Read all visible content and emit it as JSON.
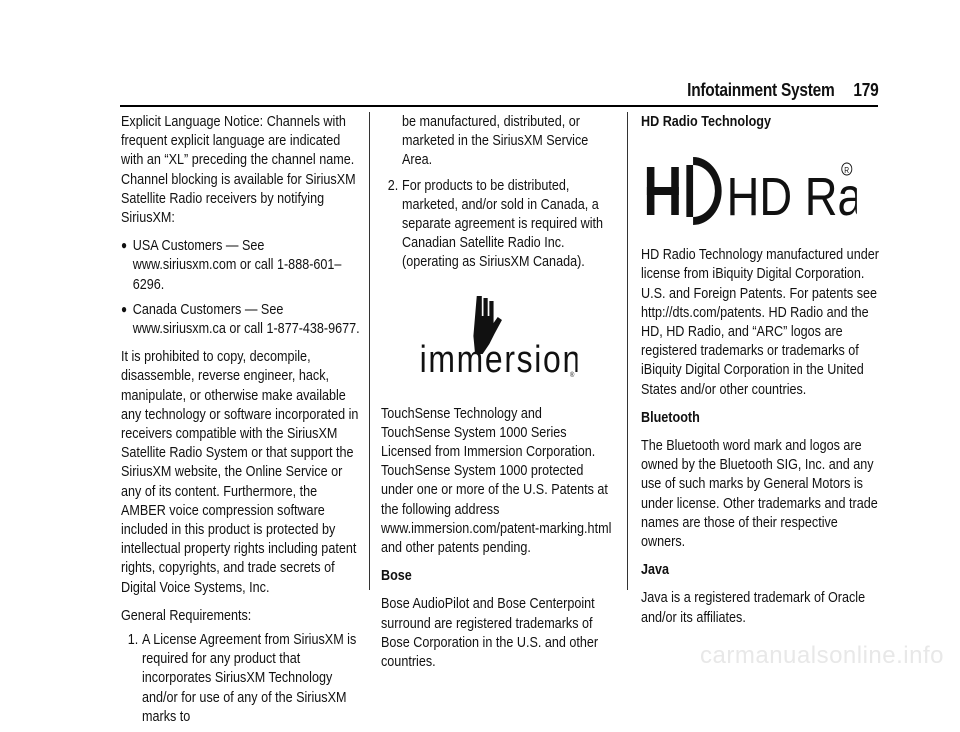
{
  "header": {
    "section": "Infotainment System",
    "page_number": "179"
  },
  "col1": {
    "notice": "Explicit Language Notice: Channels with frequent explicit language are indicated with an “XL” preceding the channel name. Channel blocking is available for SiriusXM Satellite Radio receivers by notifying SiriusXM:",
    "bullets": [
      "USA Customers — See www.siriusxm.com or call 1-888-601–6296.",
      "Canada Customers — See www.siriusxm.ca or call 1-877-438-9677."
    ],
    "prohibited": "It is prohibited to copy, decompile, disassemble, reverse engineer, hack, manipulate, or otherwise make available any technology or software incorporated in receivers compatible with the SiriusXM Satellite Radio System or that support the SiriusXM website, the Online Service or any of its content. Furthermore, the AMBER voice compression software included in this product is protected by intellectual property rights including patent rights, copyrights, and trade secrets of Digital Voice Systems, Inc.",
    "general_req": "General Requirements:",
    "item1_num": "1.",
    "item1_text": "A License Agreement from SiriusXM is required for any product that incorporates SiriusXM Technology and/or for use of any of the SiriusXM marks to"
  },
  "col2": {
    "item1_cont": "be manufactured, distributed, or marketed in the SiriusXM Service Area.",
    "item2_num": "2.",
    "item2_text": "For products to be distributed, marketed, and/or sold in Canada, a separate agreement is required with Canadian Satellite Radio Inc. (operating as SiriusXM Canada).",
    "immersion_logo": "immersion",
    "touchsense": "TouchSense Technology and TouchSense System 1000 Series Licensed from Immersion Corporation. TouchSense System 1000 protected under one or more of the U.S. Patents at the following address www.immersion.com/patent-marking.html and other patents pending.",
    "bose_heading": "Bose",
    "bose_text": "Bose AudioPilot and Bose Centerpoint surround are registered trademarks of Bose Corporation in the U.S. and other countries."
  },
  "col3": {
    "hd_heading": "HD Radio Technology",
    "hd_logo": "HD Radio",
    "hd_text": "HD Radio Technology manufactured under license from iBiquity Digital Corporation. U.S. and Foreign Patents. For patents see http://dts.com/patents. HD Radio and the HD, HD Radio, and “ARC” logos are registered trademarks or trademarks of iBiquity Digital Corporation in the United States and/or other countries.",
    "bt_heading": "Bluetooth",
    "bt_text": "The Bluetooth word mark and logos are owned by the Bluetooth SIG, Inc. and any use of such marks by General Motors is under license. Other trademarks and trade names are those of their respective owners.",
    "java_heading": "Java",
    "java_text": "Java is a registered trademark of Oracle and/or its affiliates."
  },
  "watermark": "carmanualsonline.info"
}
